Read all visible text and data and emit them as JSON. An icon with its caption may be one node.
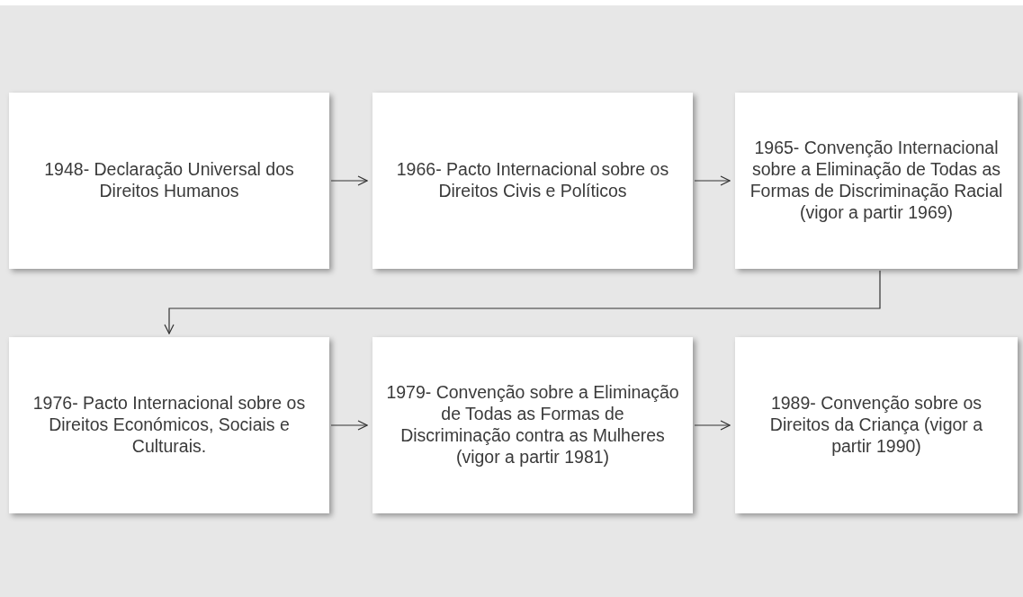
{
  "diagram": {
    "nodes": [
      {
        "text": [
          "1948- Declaração Universal dos Direitos Humanos"
        ]
      },
      {
        "text": [
          "1966- Pacto Internacional sobre os Direitos Civis e Políticos"
        ]
      },
      {
        "text": [
          "1965-  Convenção Internacional sobre a Eliminação de Todas as Formas de Discriminação Racial (vigor a partir 1969)"
        ]
      },
      {
        "text": [
          "1976- Pacto Internacional sobre os Direitos Económicos, Sociais e Culturais."
        ]
      },
      {
        "text": [
          "1979- Convenção sobre a Eliminação de Todas as Formas de Discriminação contra as Mulheres  (vigor a partir 1981)"
        ]
      },
      {
        "text": [
          "1989- Convenção sobre os Direitos da Criança (vigor a partir 1990)"
        ]
      }
    ],
    "edges": [
      {
        "from": 0,
        "to": 1,
        "arrow": "to"
      },
      {
        "from": 1,
        "to": 2,
        "arrow": "to"
      },
      {
        "from": 2,
        "to": 3,
        "arrow": "to"
      },
      {
        "from": 3,
        "to": 4,
        "arrow": "to"
      },
      {
        "from": 4,
        "to": 5,
        "arrow": "to"
      }
    ]
  }
}
